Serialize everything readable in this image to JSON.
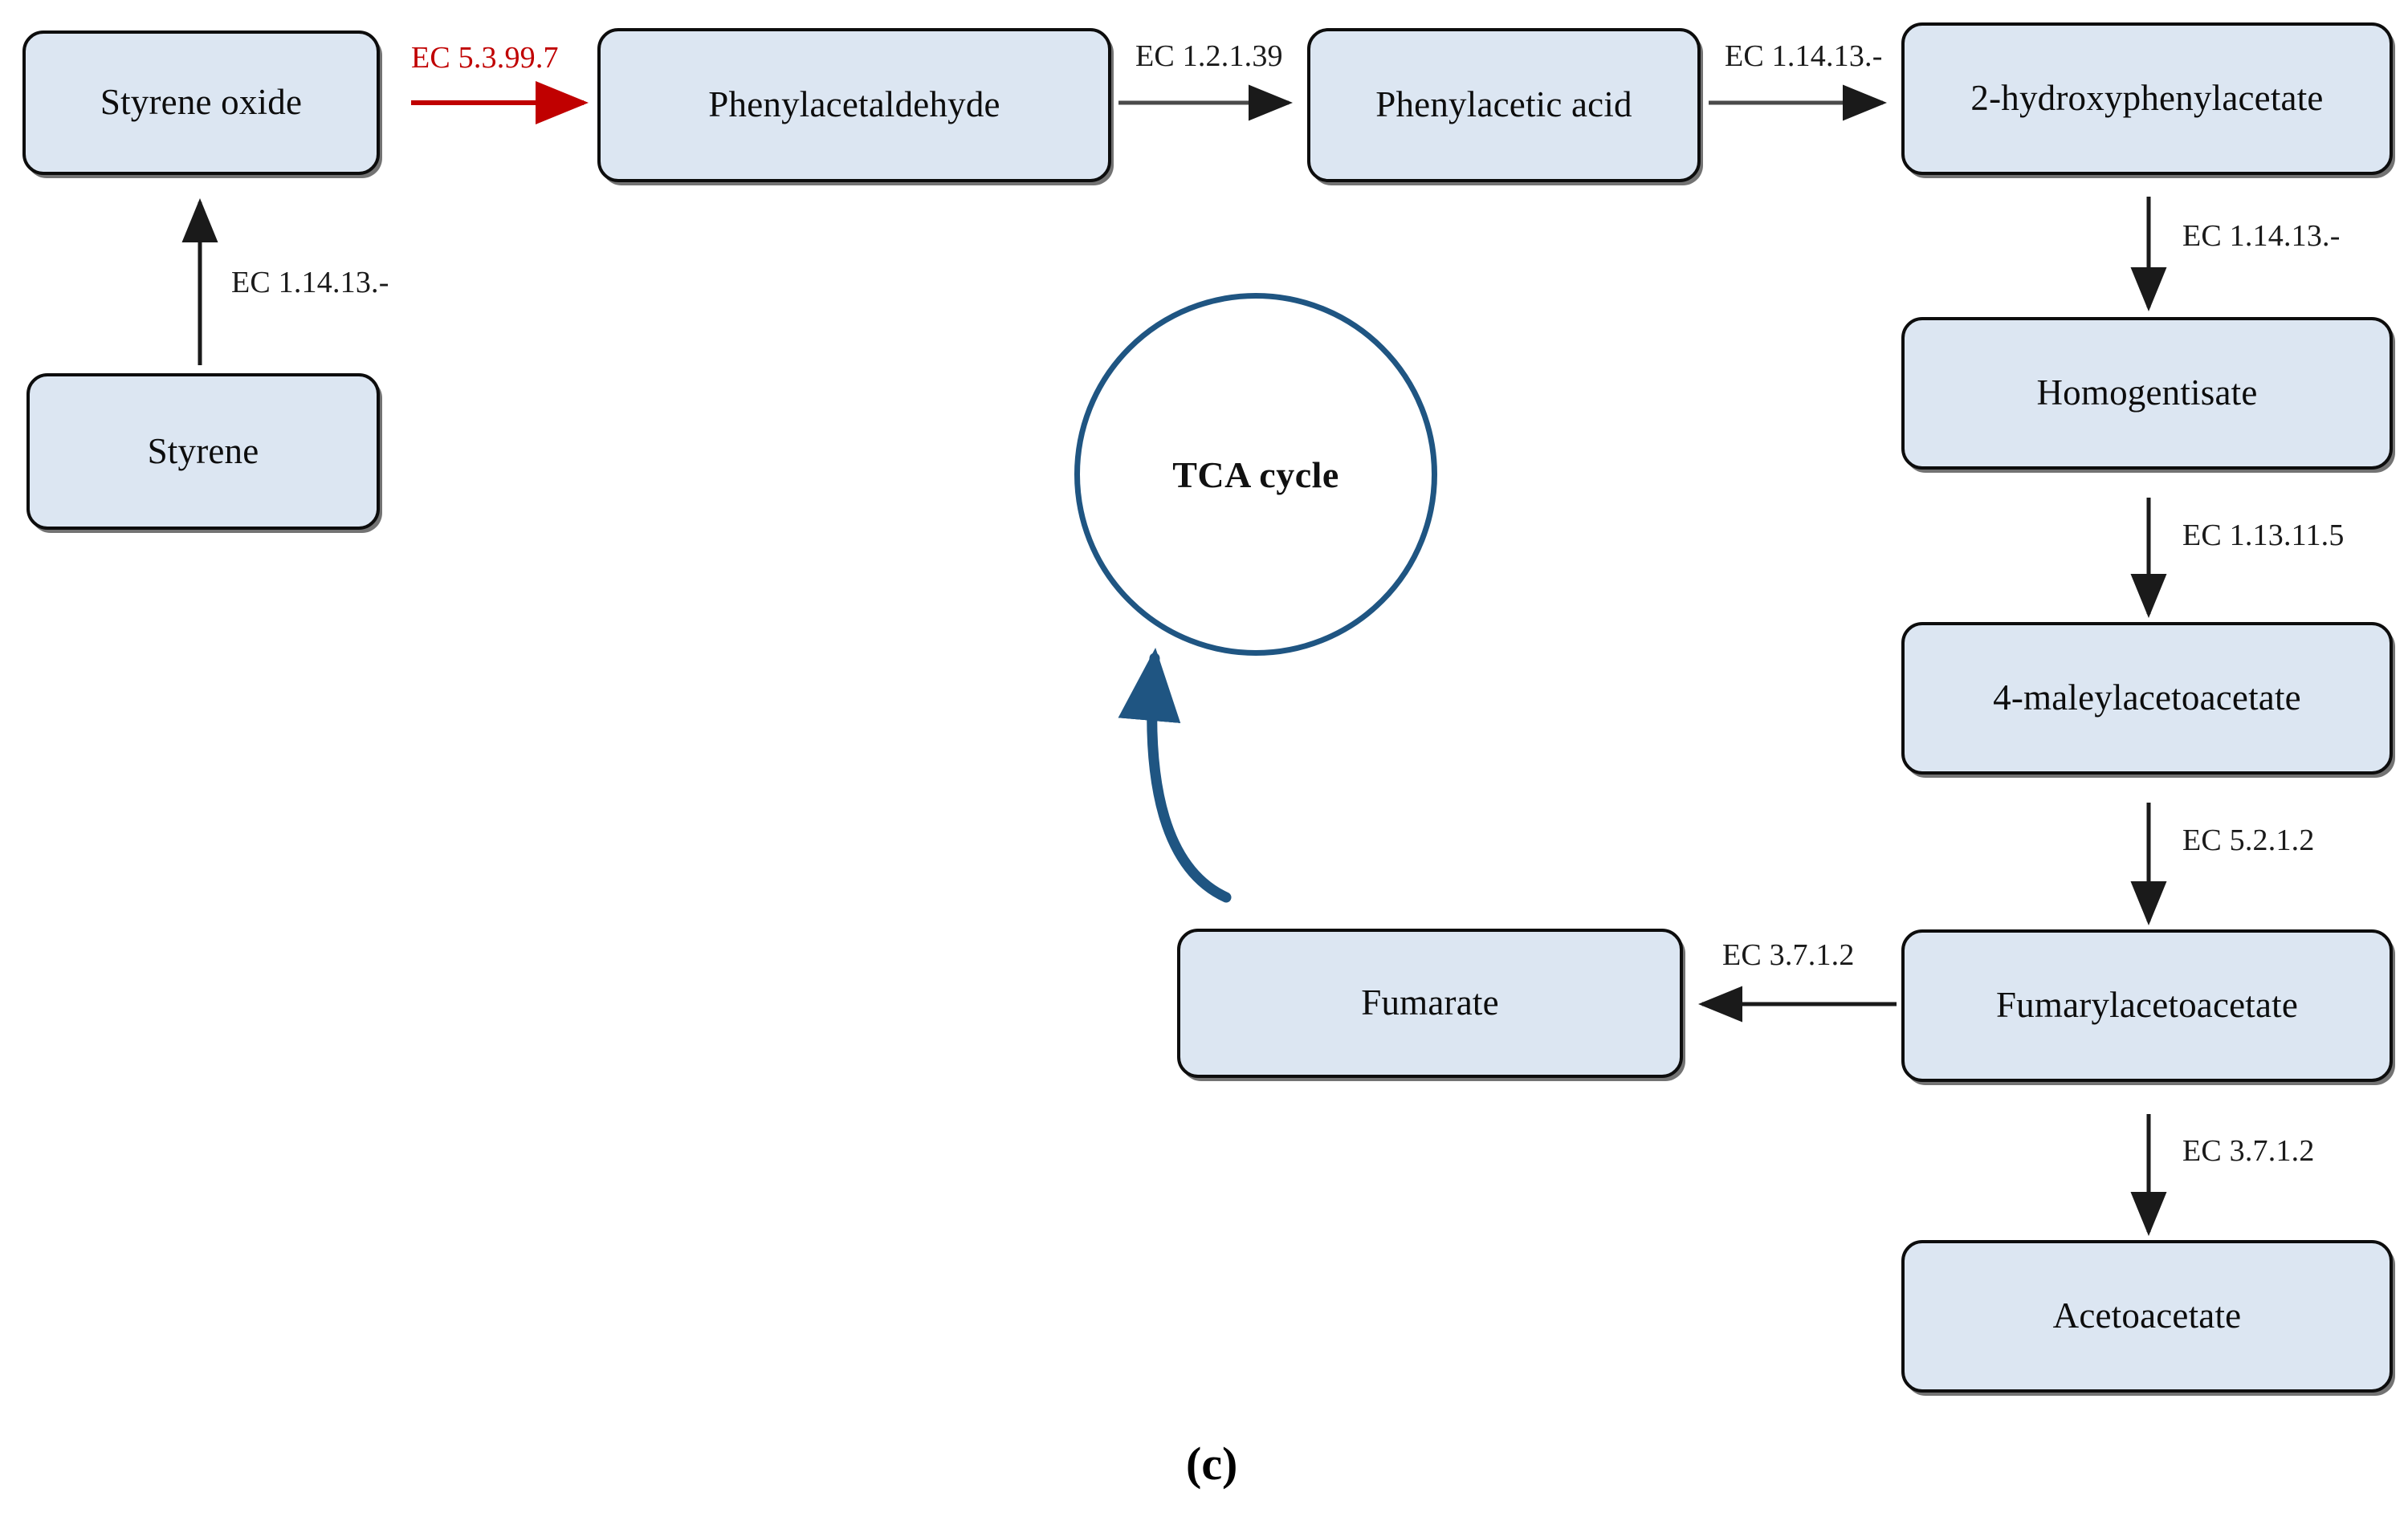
{
  "figure": {
    "caption": "(c)",
    "colors": {
      "node_fill": "#dce6f2",
      "node_border": "#0d0d0d",
      "arrow_default": "#1a1a1a",
      "arrow_highlight": "#c00000",
      "cycle_stroke": "#1f5582",
      "background": "#ffffff"
    }
  },
  "cycle": {
    "label": "TCA cycle"
  },
  "nodes": [
    {
      "id": "styrene-oxide",
      "label": "Styrene oxide"
    },
    {
      "id": "phenylacetaldehyde",
      "label": "Phenylacetaldehyde"
    },
    {
      "id": "phenylacetic-acid",
      "label": "Phenylacetic acid"
    },
    {
      "id": "2-hydroxyphenylacetate",
      "label": "2-hydroxyphenylacetate"
    },
    {
      "id": "styrene",
      "label": "Styrene"
    },
    {
      "id": "homogentisate",
      "label": "Homogentisate"
    },
    {
      "id": "4-maleylacetoacetate",
      "label": "4-maleylacetoacetate"
    },
    {
      "id": "fumarylacetoacetate",
      "label": "Fumarylacetoacetate"
    },
    {
      "id": "acetoacetate",
      "label": "Acetoacetate"
    },
    {
      "id": "fumarate",
      "label": "Fumarate"
    }
  ],
  "edges": [
    {
      "id": "styrene-to-styrene-oxide",
      "label": "EC 1.14.13.-",
      "highlight": false
    },
    {
      "id": "styrene-oxide-to-phenylacetaldehyde",
      "label": "EC 5.3.99.7",
      "highlight": true
    },
    {
      "id": "phenylacetaldehyde-to-phenylacetic-acid",
      "label": "EC 1.2.1.39",
      "highlight": false
    },
    {
      "id": "phenylacetic-acid-to-2-hydroxyphenylacetate",
      "label": "EC 1.14.13.-",
      "highlight": false
    },
    {
      "id": "2-hydroxyphenylacetate-to-homogentisate",
      "label": "EC 1.14.13.-",
      "highlight": false
    },
    {
      "id": "homogentisate-to-4-maleylacetoacetate",
      "label": "EC 1.13.11.5",
      "highlight": false
    },
    {
      "id": "4-maleylacetoacetate-to-fumarylacetoacetate",
      "label": "EC 5.2.1.2",
      "highlight": false
    },
    {
      "id": "fumarylacetoacetate-to-acetoacetate",
      "label": "EC 3.7.1.2",
      "highlight": false
    },
    {
      "id": "fumarylacetoacetate-to-fumarate",
      "label": "EC 3.7.1.2",
      "highlight": false
    },
    {
      "id": "fumarate-to-tca-cycle",
      "label": "",
      "highlight": false
    }
  ]
}
